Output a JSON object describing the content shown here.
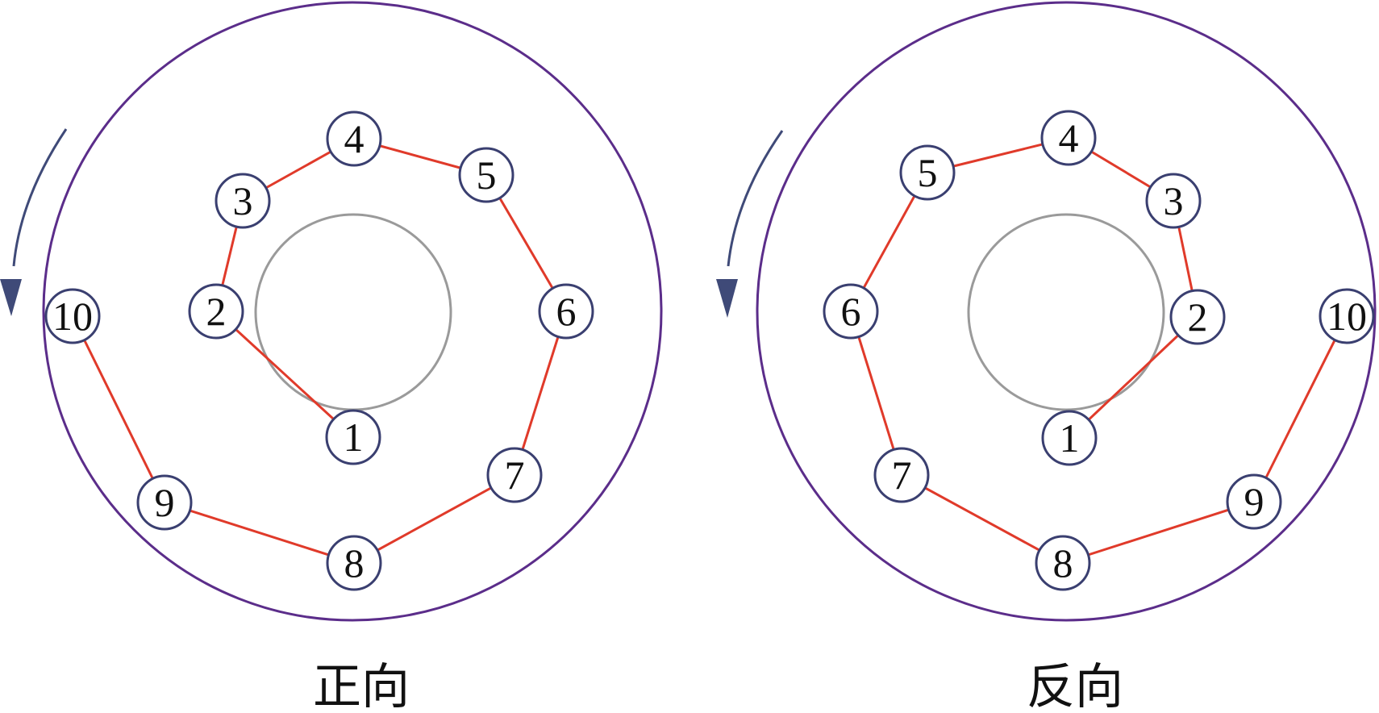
{
  "colors": {
    "outer_ring": "#5b2d8a",
    "inner_ring": "#9a9a9a",
    "path": "#e03a2a",
    "node_stroke": "#3a3f70",
    "arrow": "#3f4a78"
  },
  "diagrams": [
    {
      "caption": "正向",
      "nodes": [
        "1",
        "2",
        "3",
        "4",
        "5",
        "6",
        "7",
        "8",
        "9",
        "10"
      ]
    },
    {
      "caption": "反向",
      "nodes": [
        "1",
        "2",
        "3",
        "4",
        "5",
        "6",
        "7",
        "8",
        "9",
        "10"
      ]
    }
  ]
}
